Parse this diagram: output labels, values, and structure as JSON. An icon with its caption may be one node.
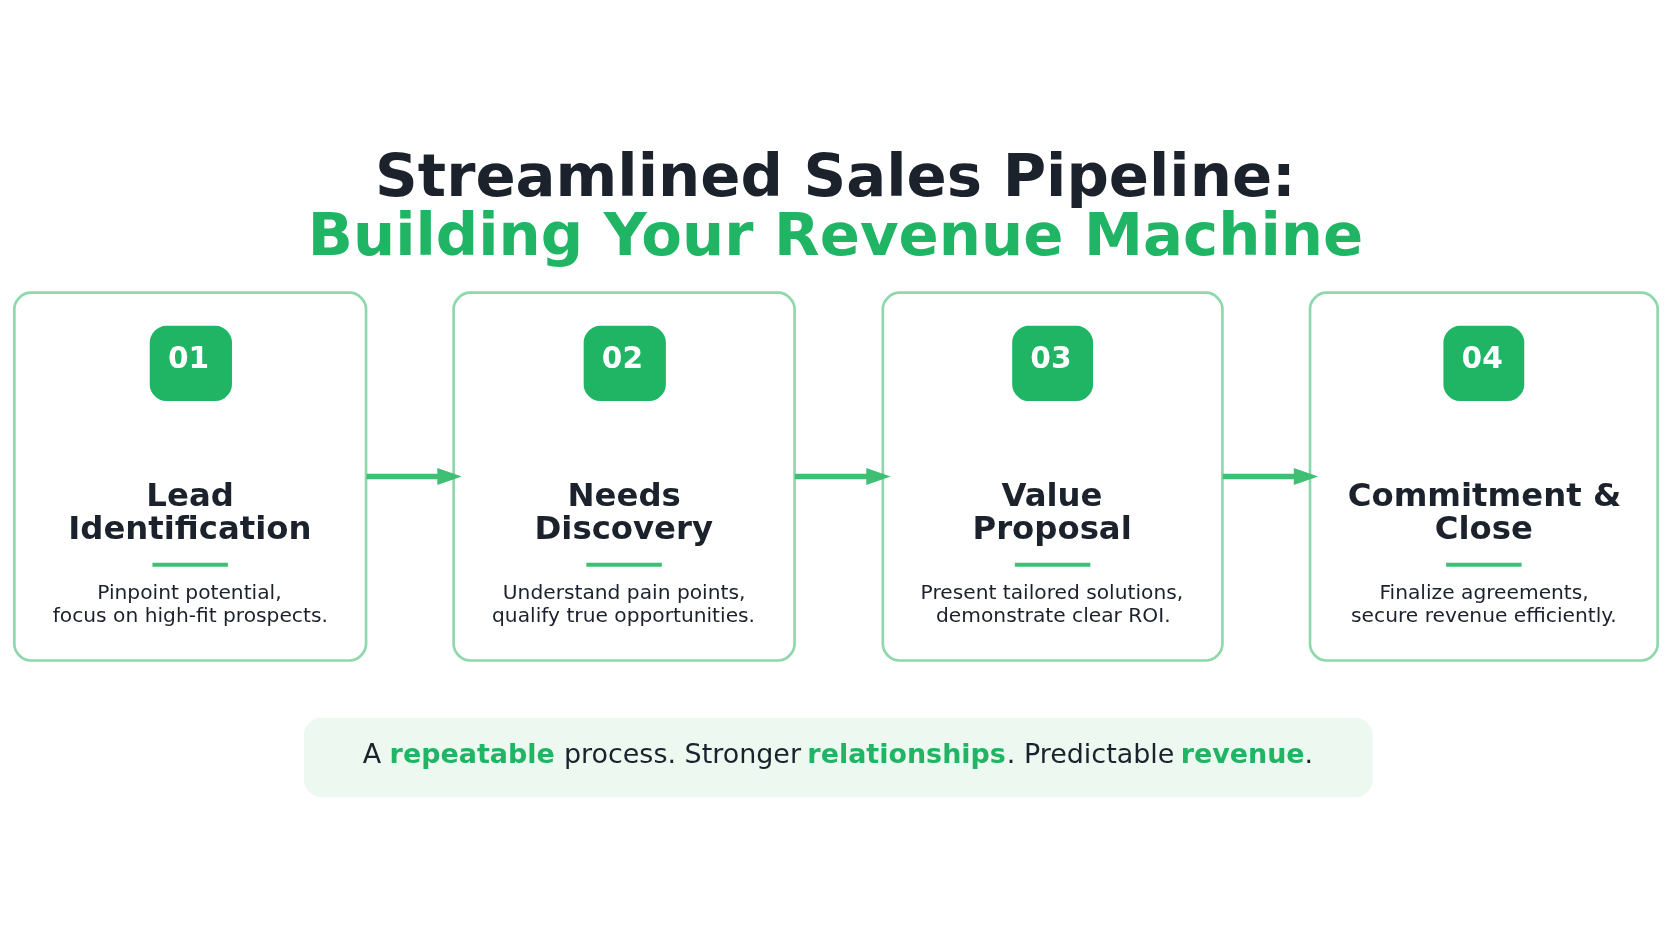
{
  "diagram": {
    "title": "Streamlined Sales Pipeline: Building Your Revenue Machine",
    "nodes": [
      {
        "text": [
          "01",
          "Lead Identification",
          "Pinpoint potential, focus on high-fit prospects."
        ]
      },
      {
        "text": [
          "02",
          "Needs Discovery",
          "Understand pain points, qualify true opportunities."
        ]
      },
      {
        "text": [
          "03",
          "Value Proposal",
          "Present tailored solutions, demonstrate clear ROI."
        ]
      },
      {
        "text": [
          "04",
          "Commitment & Close",
          "Finalize agreements, secure revenue efficiently."
        ]
      },
      {
        "text": [
          "A **repeatable** process. Stronger **relationships**. Predictable **revenue**."
        ]
      }
    ],
    "edges": [
      {
        "from": 0,
        "to": 1,
        "arrow": "to"
      },
      {
        "from": 1,
        "to": 2,
        "arrow": "to"
      },
      {
        "from": 2,
        "to": 3,
        "arrow": "to"
      }
    ]
  }
}
